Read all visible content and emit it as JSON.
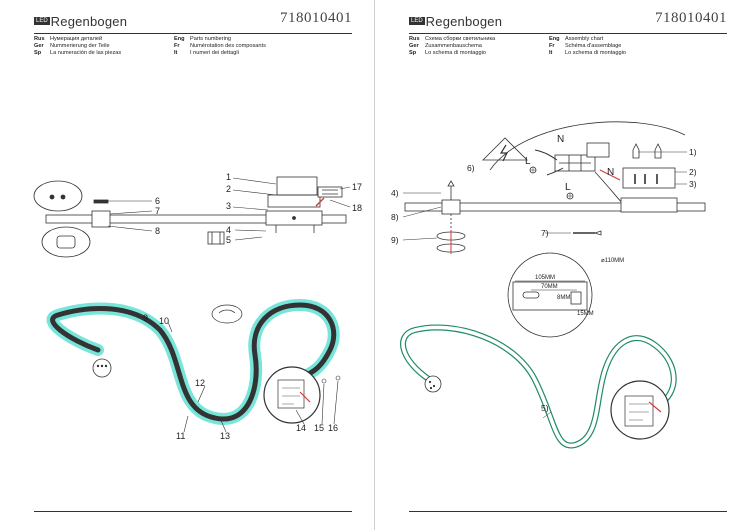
{
  "brand": {
    "badge": "LED",
    "name": "Regenbogen"
  },
  "model_number": "718010401",
  "left_sheet": {
    "languages": {
      "rus": {
        "code": "Rus",
        "text": "Нумерация деталей"
      },
      "ger": {
        "code": "Ger",
        "text": "Nummerierung der Teile"
      },
      "spa": {
        "code": "Sp",
        "text": "La numeración de las piezas"
      },
      "eng": {
        "code": "Eng",
        "text": "Parts numbering"
      },
      "fra": {
        "code": "Fr",
        "text": "Numérotation des composants"
      },
      "ita": {
        "code": "It",
        "text": "I numeri dei dettagli"
      }
    },
    "part_labels": [
      "1",
      "2",
      "3",
      "4",
      "5",
      "6",
      "7",
      "8",
      "9",
      "10",
      "11",
      "12",
      "13",
      "14",
      "15",
      "16",
      "17",
      "18"
    ]
  },
  "right_sheet": {
    "languages": {
      "rus": {
        "code": "Rus",
        "text": "Схема сборки светильника"
      },
      "ger": {
        "code": "Ger",
        "text": "Zusammenbauschema"
      },
      "spa": {
        "code": "Sp",
        "text": "Lo schema di montaggio"
      },
      "eng": {
        "code": "Eng",
        "text": "Assembly chart"
      },
      "fra": {
        "code": "Fr",
        "text": "Schéma d'assemblage"
      },
      "ita": {
        "code": "It",
        "text": "Lo schema di montaggio"
      }
    },
    "step_labels": [
      "1)",
      "2)",
      "3)",
      "4)",
      "5)",
      "6)",
      "7)",
      "8)",
      "9)"
    ],
    "wiring_labels": {
      "neutral": "N",
      "live": "L"
    },
    "dimensions": {
      "diameter": "⌀110MM",
      "outer": "105MM",
      "inner": "70MM",
      "slot": "8MM",
      "height": "15MM"
    }
  },
  "colors": {
    "led_glow": "#5fe0d3",
    "accent_red": "#d63a3a",
    "outline_green": "#1f8a6b"
  }
}
